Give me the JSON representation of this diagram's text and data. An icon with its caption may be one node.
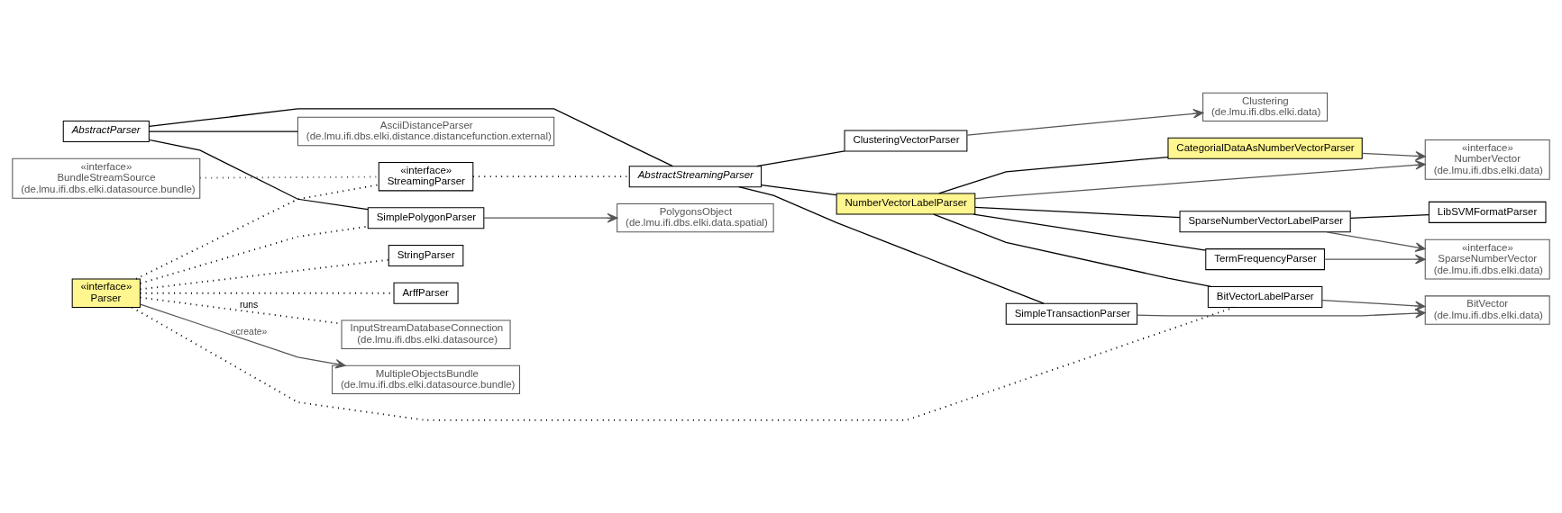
{
  "diagram": {
    "nodes": [
      {
        "text": [
          "AbstractParser"
        ]
      },
      {
        "text": [
          "AsciiDistanceParser",
          "(de.lmu.ifi.dbs.elki.distance.distancefunction.external)"
        ]
      },
      {
        "text": [
          "SimplePolygonParser"
        ]
      },
      {
        "text": [
          "PolygonsObject",
          "(de.lmu.ifi.dbs.elki.data.spatial)"
        ]
      },
      {
        "text": [
          "«interface»",
          "BundleStreamSource",
          "(de.lmu.ifi.dbs.elki.datasource.bundle)"
        ]
      },
      {
        "text": [
          "«interface»",
          "StreamingParser"
        ]
      },
      {
        "text": [
          "«interface»",
          "Parser"
        ]
      },
      {
        "text": [
          "StringParser"
        ]
      },
      {
        "text": [
          "ArffParser"
        ]
      },
      {
        "text": [
          "AbstractStreamingParser"
        ]
      },
      {
        "text": [
          "InputStreamDatabaseConnection",
          "(de.lmu.ifi.dbs.elki.datasource)"
        ]
      },
      {
        "text": [
          "MultipleObjectsBundle",
          "(de.lmu.ifi.dbs.elki.datasource.bundle)"
        ]
      },
      {
        "text": [
          "SimpleTransactionParser"
        ]
      },
      {
        "text": [
          "ClusteringVectorParser"
        ]
      },
      {
        "text": [
          "Clustering",
          "(de.lmu.ifi.dbs.elki.data)"
        ]
      },
      {
        "text": [
          "BitVectorLabelParser"
        ]
      },
      {
        "text": [
          "NumberVectorLabelParser"
        ]
      },
      {
        "text": [
          "SparseNumberVectorLabelParser"
        ]
      },
      {
        "text": [
          "TermFrequencyParser"
        ]
      },
      {
        "text": [
          "CategorialDataAsNumberVectorParser"
        ]
      },
      {
        "text": [
          "LibSVMFormatParser"
        ]
      },
      {
        "text": [
          "BitVector",
          "(de.lmu.ifi.dbs.elki.data)"
        ]
      },
      {
        "text": [
          "«interface»",
          "SparseNumberVector",
          "(de.lmu.ifi.dbs.elki.data)"
        ]
      },
      {
        "text": [
          "«interface»",
          "NumberVector",
          "(de.lmu.ifi.dbs.elki.data)"
        ]
      }
    ],
    "edges": [
      {
        "from": 0,
        "to": 1,
        "arrow": "none"
      },
      {
        "from": 0,
        "to": 2,
        "arrow": "none"
      },
      {
        "from": 0,
        "to": 9,
        "arrow": "none"
      },
      {
        "from": 2,
        "to": 3,
        "arrow": "to",
        "color": "#555555"
      },
      {
        "from": 4,
        "to": 5,
        "arrow": "none",
        "style": "dashed",
        "color": "#555555"
      },
      {
        "from": 5,
        "to": 9,
        "arrow": "none",
        "style": "dashed"
      },
      {
        "from": 6,
        "to": 2,
        "arrow": "none",
        "style": "dashed"
      },
      {
        "from": 6,
        "to": 5,
        "arrow": "none",
        "style": "dashed"
      },
      {
        "from": 6,
        "to": 7,
        "arrow": "none",
        "style": "dashed"
      },
      {
        "from": 6,
        "to": 8,
        "arrow": "none",
        "style": "dashed"
      },
      {
        "from": 6,
        "to": 15,
        "arrow": "none",
        "style": "dashed"
      },
      {
        "from": 6,
        "to": 10,
        "arrow": "none",
        "style": "dashed",
        "label": "runs"
      },
      {
        "from": 6,
        "to": 11,
        "arrow": "to",
        "color": "#555555",
        "label": "«create»"
      },
      {
        "from": 9,
        "to": 12,
        "arrow": "none"
      },
      {
        "from": 9,
        "to": 13,
        "arrow": "none"
      },
      {
        "from": 9,
        "to": 16,
        "arrow": "none"
      },
      {
        "from": 12,
        "to": 21,
        "arrow": "to",
        "color": "#555555"
      },
      {
        "from": 13,
        "to": 14,
        "arrow": "to",
        "color": "#555555"
      },
      {
        "from": 15,
        "to": 21,
        "arrow": "to",
        "color": "#555555"
      },
      {
        "from": 16,
        "to": 15,
        "arrow": "none"
      },
      {
        "from": 16,
        "to": 17,
        "arrow": "none"
      },
      {
        "from": 16,
        "to": 18,
        "arrow": "none"
      },
      {
        "from": 16,
        "to": 19,
        "arrow": "none"
      },
      {
        "from": 16,
        "to": 23,
        "arrow": "to",
        "color": "#555555"
      },
      {
        "from": 17,
        "to": 20,
        "arrow": "none"
      },
      {
        "from": 17,
        "to": 22,
        "arrow": "to",
        "color": "#555555"
      },
      {
        "from": 18,
        "to": 22,
        "arrow": "to",
        "color": "#555555"
      },
      {
        "from": 19,
        "to": 23,
        "arrow": "to",
        "color": "#555555"
      }
    ]
  }
}
